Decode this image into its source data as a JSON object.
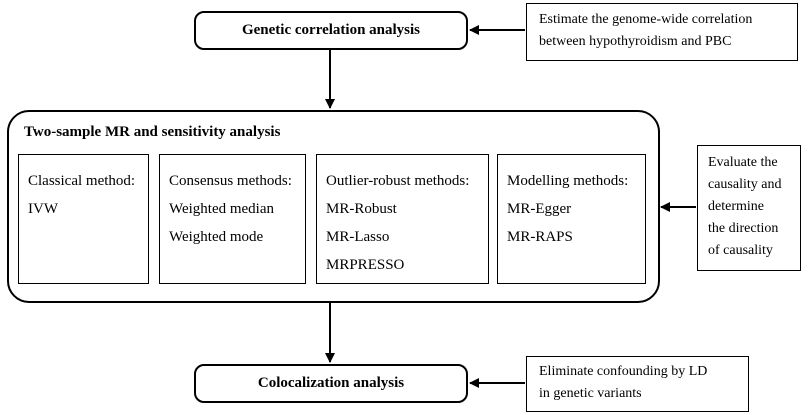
{
  "genetic_correlation": {
    "title": "Genetic correlation analysis",
    "note": [
      "Estimate the genome-wide correlation",
      "between hypothyroidism and PBC"
    ]
  },
  "mr_analysis": {
    "title": "Two-sample MR and sensitivity analysis",
    "methods": [
      {
        "heading": "Classical method:",
        "items": [
          "IVW"
        ]
      },
      {
        "heading": "Consensus methods:",
        "items": [
          "Weighted median",
          "Weighted mode"
        ]
      },
      {
        "heading": "Outlier-robust methods:",
        "items": [
          "MR-Robust",
          "MR-Lasso",
          "MRPRESSO"
        ]
      },
      {
        "heading": "Modelling methods:",
        "items": [
          "MR-Egger",
          "MR-RAPS"
        ]
      }
    ],
    "note": [
      "Evaluate the",
      "causality and",
      "determine",
      "the direction",
      "of causality"
    ]
  },
  "colocalization": {
    "title": "Colocalization analysis",
    "note": [
      "Eliminate confounding by LD",
      "in genetic variants"
    ]
  }
}
